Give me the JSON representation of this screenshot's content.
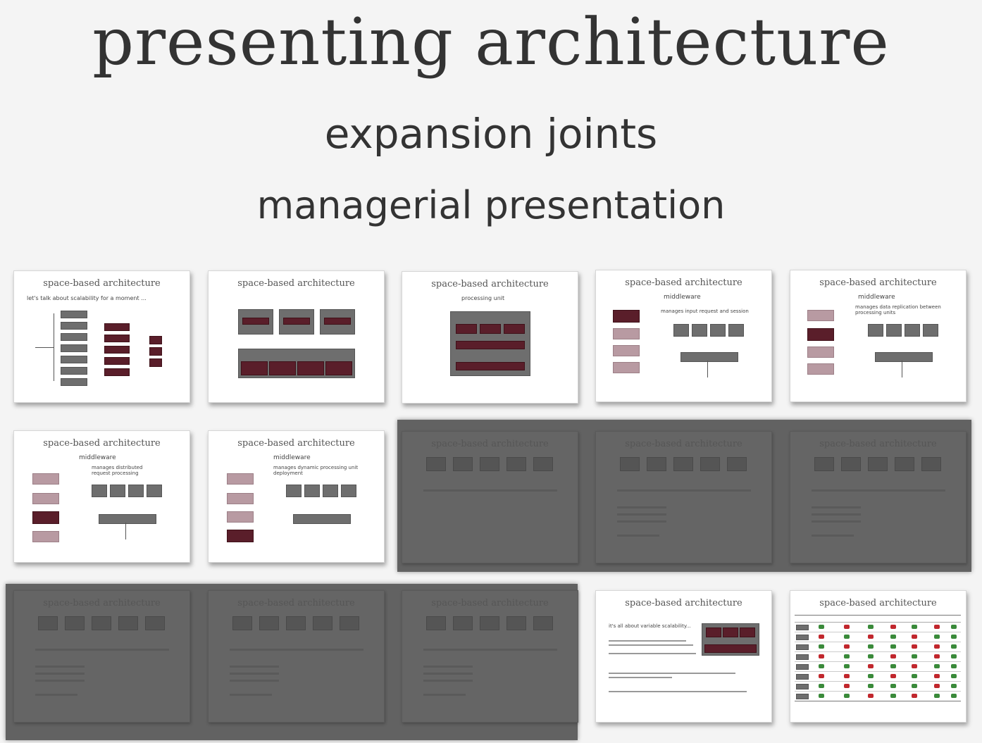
{
  "header": {
    "title": "presenting architecture",
    "subtitle": "expansion joints",
    "subtitle2": "managerial presentation"
  },
  "slides": [
    {
      "title": "space-based architecture",
      "subtitle": "let's talk about scalability for a moment ...",
      "dim": false
    },
    {
      "title": "space-based architecture",
      "subtitle": "",
      "dim": false
    },
    {
      "title": "space-based architecture",
      "subtitle": "processing unit",
      "dim": false
    },
    {
      "title": "space-based architecture",
      "subtitle": "middleware",
      "note": "manages input request and session",
      "dim": false
    },
    {
      "title": "space-based architecture",
      "subtitle": "middleware",
      "note": "manages data replication between processing units",
      "dim": false
    },
    {
      "title": "space-based architecture",
      "subtitle": "middleware",
      "note": "manages distributed request processing",
      "dim": false
    },
    {
      "title": "space-based architecture",
      "subtitle": "middleware",
      "note": "manages dynamic processing unit deployment",
      "dim": false
    },
    {
      "title": "space-based architecture",
      "dim": true
    },
    {
      "title": "space-based architecture",
      "dim": true
    },
    {
      "title": "space-based architecture",
      "dim": true
    },
    {
      "title": "space-based architecture",
      "dim": true
    },
    {
      "title": "space-based architecture",
      "dim": true
    },
    {
      "title": "space-based architecture",
      "dim": true
    },
    {
      "title": "space-based architecture",
      "subtitle": "it's all about variable scalability...",
      "dim": false
    },
    {
      "title": "space-based architecture",
      "dim": false
    }
  ],
  "colors": {
    "background": "#f4f4f4",
    "maroon": "#5a1e2a",
    "dim": "#656565"
  }
}
